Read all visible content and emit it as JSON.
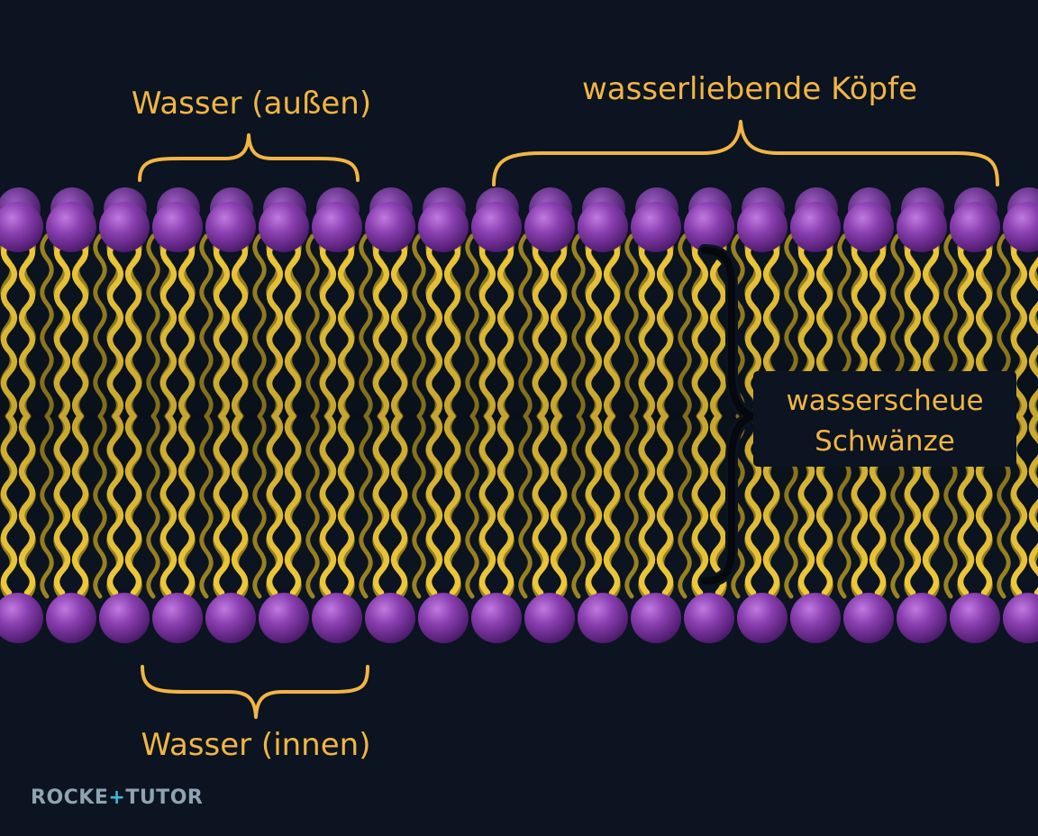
{
  "labels": {
    "water_outside": "Wasser (außen)",
    "water_inside": "Wasser (innen)",
    "heads": "wasserliebende Köpfe",
    "tails_line1": "wasserscheue",
    "tails_line2": "Schwänze"
  },
  "brand": {
    "part1": "ROCKE",
    "separator": "+",
    "part2": "TUTOR"
  },
  "colors": {
    "background": "#0b1420",
    "head_purple": "#8a3fb0",
    "tail_yellow": "#f0c93a",
    "label_orange": "#f2b544",
    "brand_gray": "#8fa3b0",
    "brand_cyan": "#3fb8d8"
  }
}
